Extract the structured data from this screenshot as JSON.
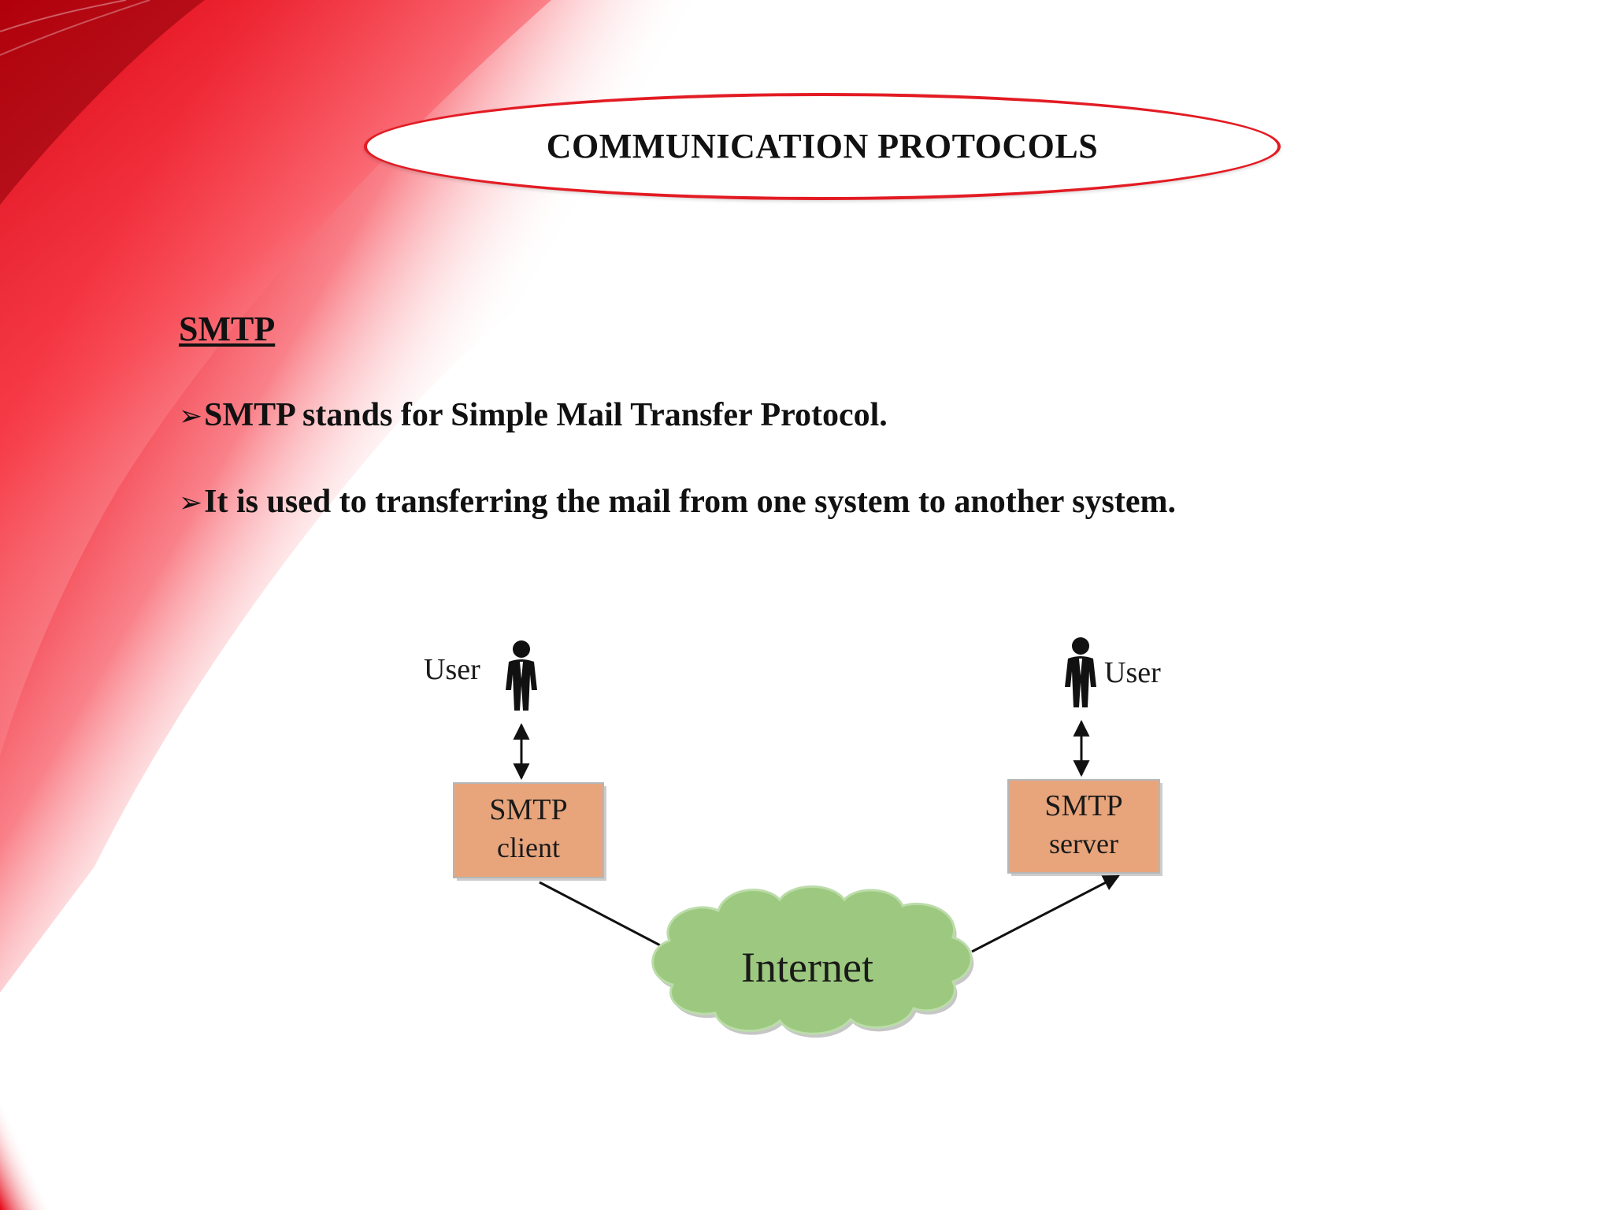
{
  "slide": {
    "title": "COMMUNICATION PROTOCOLS",
    "heading": "SMTP",
    "bullets": [
      {
        "marker": "➢",
        "text": "SMTP stands for Simple Mail Transfer Protocol."
      },
      {
        "marker": "➢",
        "text": "It is used to transferring the mail from one system to another system."
      }
    ]
  },
  "diagram": {
    "left_user_label": "User",
    "right_user_label": "User",
    "client_box": {
      "line1": "SMTP",
      "line2": "client"
    },
    "server_box": {
      "line1": "SMTP",
      "line2": "server"
    },
    "cloud_label": "Internet"
  },
  "colors": {
    "accent_red": "#e31b23",
    "box_fill": "#e8a57c",
    "cloud_fill": "#9cc97f"
  }
}
